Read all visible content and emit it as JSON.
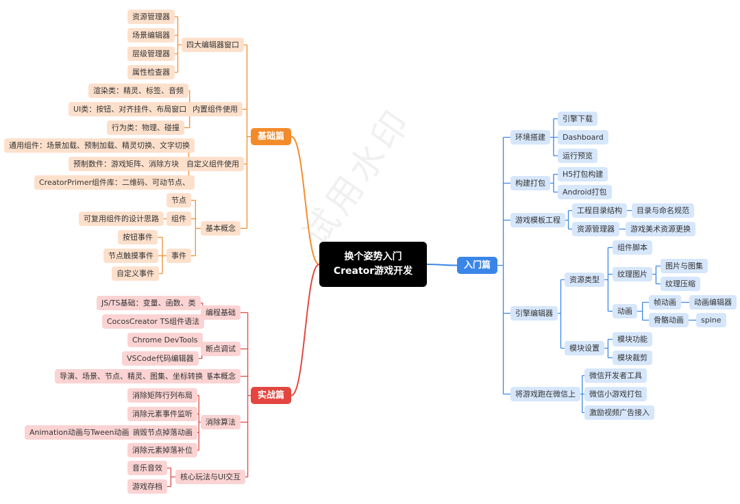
{
  "root": {
    "line1": "换个姿势入门",
    "line2": "Creator游戏开发"
  },
  "watermark": "试用水印",
  "branches": {
    "basics": "基础篇",
    "practice": "实战篇",
    "intro": "入门篇"
  },
  "labels": {
    "n_sida": "四大编辑器窗口",
    "n_zygl": "资源管理器",
    "n_cjbj": "场景编辑器",
    "n_cjgl": "层级管理器",
    "n_sxjc": "属性检查器",
    "n_nzzj": "内置组件使用",
    "n_xrl": "渲染类：精灵、标签、音频",
    "n_uil": "UI类：按钮、对齐挂件、布局窗口",
    "n_xwl": "行为类：物理、碰撞",
    "n_zdy": "自定义组件使用",
    "n_tyzj": "通用组件：场景加载、预制加载、精灵切换、文字切换",
    "n_yzsj": "预制数件：游戏矩阵、消除方块",
    "n_cpzj": "CreatorPrimer组件库：二维码、可动节点、",
    "n_jbgn1": "基本概念",
    "n_jd": "节点",
    "n_zj": "组件",
    "n_kfy": "可复用组件的设计思路",
    "n_sj": "事件",
    "n_ansj": "按钮事件",
    "n_jdcm": "节点触摸事件",
    "n_zdysj": "自定义事件",
    "n_bcjc": "编程基础",
    "n_jsts": "JS/TS基础：变量、函数、类",
    "n_cocts": "CocosCreator TS组件语法",
    "n_ddts": "断点调试",
    "n_chrome": "Chrome DevTools",
    "n_vscode": "VSCode代码编辑器",
    "n_jbgn2": "基本概念",
    "n_dy": "导演、场景、节点、精灵、图集、坐标转换",
    "n_xcsf": "消除算法",
    "n_jzbj": "消除矩阵行列布局",
    "n_yssj": "消除元素事件监听",
    "n_xhdl": "销毁节点掉落动画",
    "n_anim": "Animation动画与Tween动画",
    "n_bw": "消除元素掉落补位",
    "n_hxwf": "核心玩法与UI交互",
    "n_yyyx": "音乐音效",
    "n_yxcd": "游戏存档",
    "n_hjdj": "环境搭建",
    "n_yqxz": "引擎下载",
    "n_dash": "Dashboard",
    "n_yxyl": "运行预览",
    "n_gjdb": "构建打包",
    "n_h5": "H5打包构建",
    "n_and": "Android打包",
    "n_mbgc": "游戏模板工程",
    "n_gcml": "工程目录结构",
    "n_mlmm": "目录与命名规范",
    "n_zygl2": "资源管理器",
    "n_msgh": "游戏美术资源更换",
    "n_yqbj": "引擎编辑器",
    "n_zylx": "资源类型",
    "n_zjjb": "组件脚本",
    "n_wltp": "纹理图片",
    "n_tpyj": "图片与图集",
    "n_wlys": "纹理压缩",
    "n_dh": "动画",
    "n_zdh": "帧动画",
    "n_dhbj": "动画编辑器",
    "n_ggdh": "骨骼动画",
    "n_spine": "spine",
    "n_mksz": "模块设置",
    "n_mkgn": "模块功能",
    "n_mkcj": "模块裁剪",
    "n_wxp": "将游戏跑在微信上",
    "n_wxkf": "微信开发者工具",
    "n_wxxyx": "微信小游戏打包",
    "n_jlsp": "激励视频广告接入"
  },
  "colors": {
    "basics": "#f38b2a",
    "practice": "#e2463f",
    "intro": "#3a86e8"
  }
}
